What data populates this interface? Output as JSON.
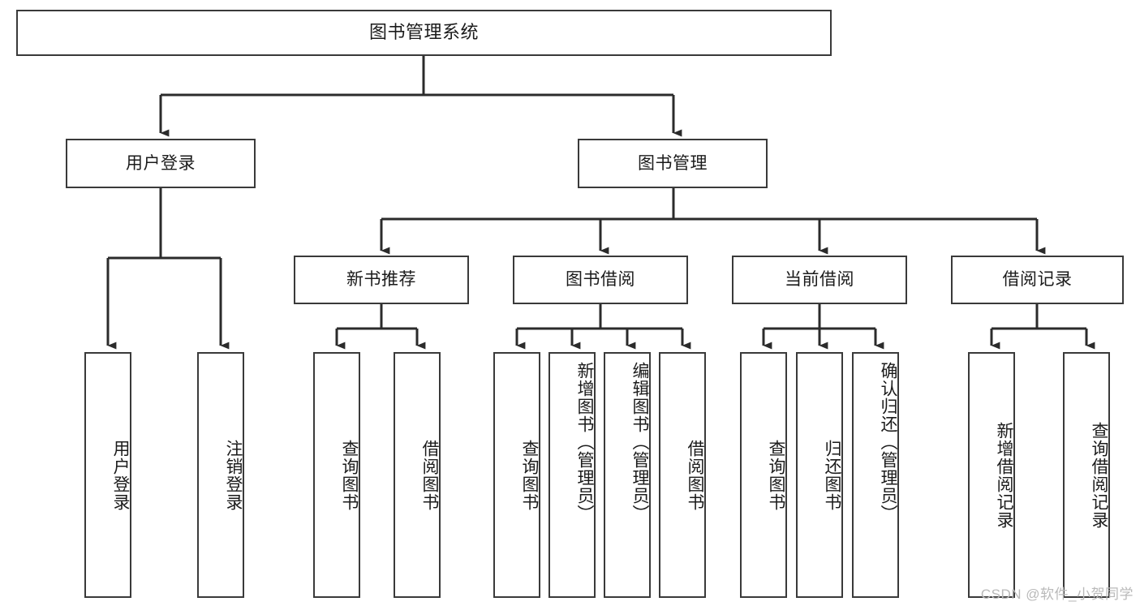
{
  "diagram": {
    "type": "tree",
    "title": "图书管理系统",
    "watermark": "CSDN @软件_小贺同学",
    "colors": {
      "stroke": "#3a3a3a",
      "fill": "#ffffff",
      "text": "#1b1b1b",
      "watermark": "#b9b9b9"
    },
    "nodes": {
      "root": {
        "label": "图书管理系统"
      },
      "level2": [
        {
          "id": "user-login",
          "label": "用户登录"
        },
        {
          "id": "book-management",
          "label": "图书管理"
        }
      ],
      "level3": [
        {
          "id": "new-book-recommend",
          "label": "新书推荐"
        },
        {
          "id": "book-borrow",
          "label": "图书借阅"
        },
        {
          "id": "current-borrow",
          "label": "当前借阅"
        },
        {
          "id": "borrow-record",
          "label": "借阅记录"
        }
      ],
      "leaves": {
        "user-login": [
          {
            "id": "leaf-user-login",
            "label": "用户登录"
          },
          {
            "id": "leaf-user-logout",
            "label": "注销登录"
          }
        ],
        "new-book-recommend": [
          {
            "id": "leaf-query-book-1",
            "label": "查询图书"
          },
          {
            "id": "leaf-borrow-book-1",
            "label": "借阅图书"
          }
        ],
        "book-borrow": [
          {
            "id": "leaf-query-book-2",
            "label": "查询图书"
          },
          {
            "id": "leaf-add-book",
            "label": "新增图书（管理员）"
          },
          {
            "id": "leaf-edit-book",
            "label": "编辑图书（管理员）"
          },
          {
            "id": "leaf-borrow-book-2",
            "label": "借阅图书"
          }
        ],
        "current-borrow": [
          {
            "id": "leaf-query-book-3",
            "label": "查询图书"
          },
          {
            "id": "leaf-return-book",
            "label": "归还图书"
          },
          {
            "id": "leaf-confirm-return",
            "label": "确认归还（管理员）"
          }
        ],
        "borrow-record": [
          {
            "id": "leaf-add-record",
            "label": "新增借阅记录"
          },
          {
            "id": "leaf-query-record",
            "label": "查询借阅记录"
          }
        ]
      }
    }
  }
}
